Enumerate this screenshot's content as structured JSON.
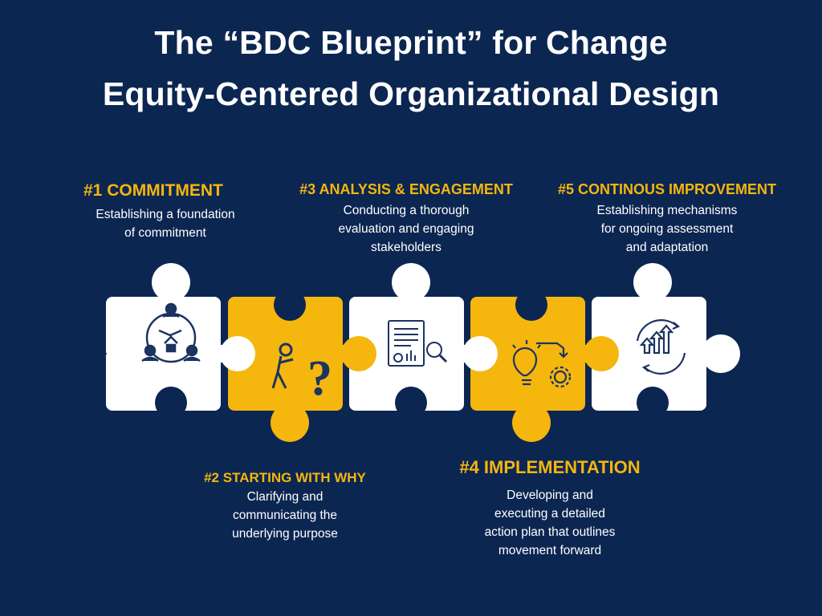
{
  "title": {
    "line1": "The “BDC Blueprint” for Change",
    "line2": "Equity-Centered Organizational Design"
  },
  "steps": [
    {
      "title": "#1 COMMITMENT",
      "desc1": "Establishing a foundation",
      "desc2": "of commitment"
    },
    {
      "title": "#2 STARTING WITH WHY",
      "desc1": "Clarifying and",
      "desc2": "communicating the",
      "desc3": "underlying purpose"
    },
    {
      "title": "#3 ANALYSIS & ENGAGEMENT",
      "desc1": "Conducting a thorough",
      "desc2": "evaluation and engaging",
      "desc3": "stakeholders"
    },
    {
      "title": "#4 IMPLEMENTATION",
      "desc1": "Developing and",
      "desc2": "executing a detailed",
      "desc3": "action plan that outlines",
      "desc4": "movement forward"
    },
    {
      "title": "#5 CONTINOUS IMPROVEMENT",
      "desc1": "Establishing mechanisms",
      "desc2": "for ongoing assessment",
      "desc3": "and adaptation"
    }
  ],
  "icons": {
    "piece1": "team-hands-icon",
    "piece2": "question-person-icon",
    "piece3": "report-analysis-icon",
    "piece4": "idea-gear-icon",
    "piece5": "growth-cycle-icon"
  },
  "colors": {
    "background": "#0c2652",
    "accent": "#f5b60d",
    "white_piece": "#ffffff",
    "yellow_piece": "#f5b60d",
    "icon_stroke": "#1b3460"
  }
}
